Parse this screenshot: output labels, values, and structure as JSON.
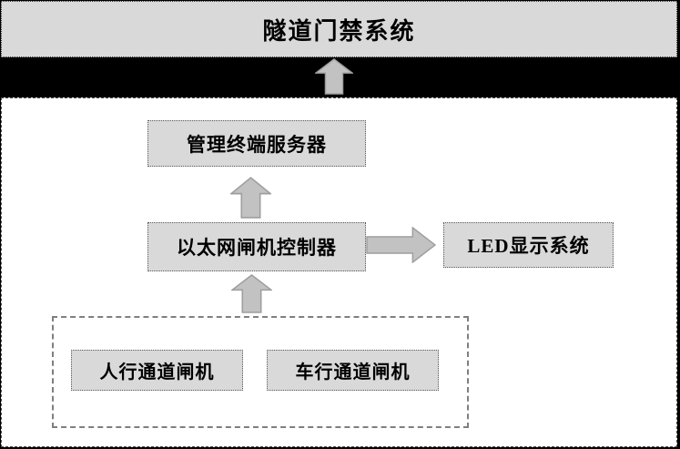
{
  "diagram": {
    "banner": {
      "title": "隧道门禁系统"
    },
    "nodes": [
      {
        "id": "management-terminal-server",
        "label": "管理终端服务器"
      },
      {
        "id": "ethernet-gate-controller",
        "label": "以太网闸机控制器"
      },
      {
        "id": "led-display-system",
        "label": "LED显示系统"
      },
      {
        "id": "pedestrian-channel-gate",
        "label": "人行通道闸机"
      },
      {
        "id": "vehicle-channel-gate",
        "label": "车行通道闸机"
      }
    ],
    "connections": [
      {
        "from": "management-terminal-server",
        "to": "隧道门禁系统",
        "direction": "up"
      },
      {
        "from": "ethernet-gate-controller",
        "to": "management-terminal-server",
        "direction": "up"
      },
      {
        "from": "ethernet-gate-controller",
        "to": "led-display-system",
        "direction": "right"
      },
      {
        "from": "gate-group",
        "to": "ethernet-gate-controller",
        "direction": "up"
      }
    ],
    "colors": {
      "banner_fill": "#d9d9d9",
      "node_fill": "#d9d9d9",
      "band_fill": "#000000",
      "arrow_fill": "#c2c2c2",
      "arrow_stroke": "#9e9e9e",
      "group_border": "#7f7f7f"
    }
  }
}
